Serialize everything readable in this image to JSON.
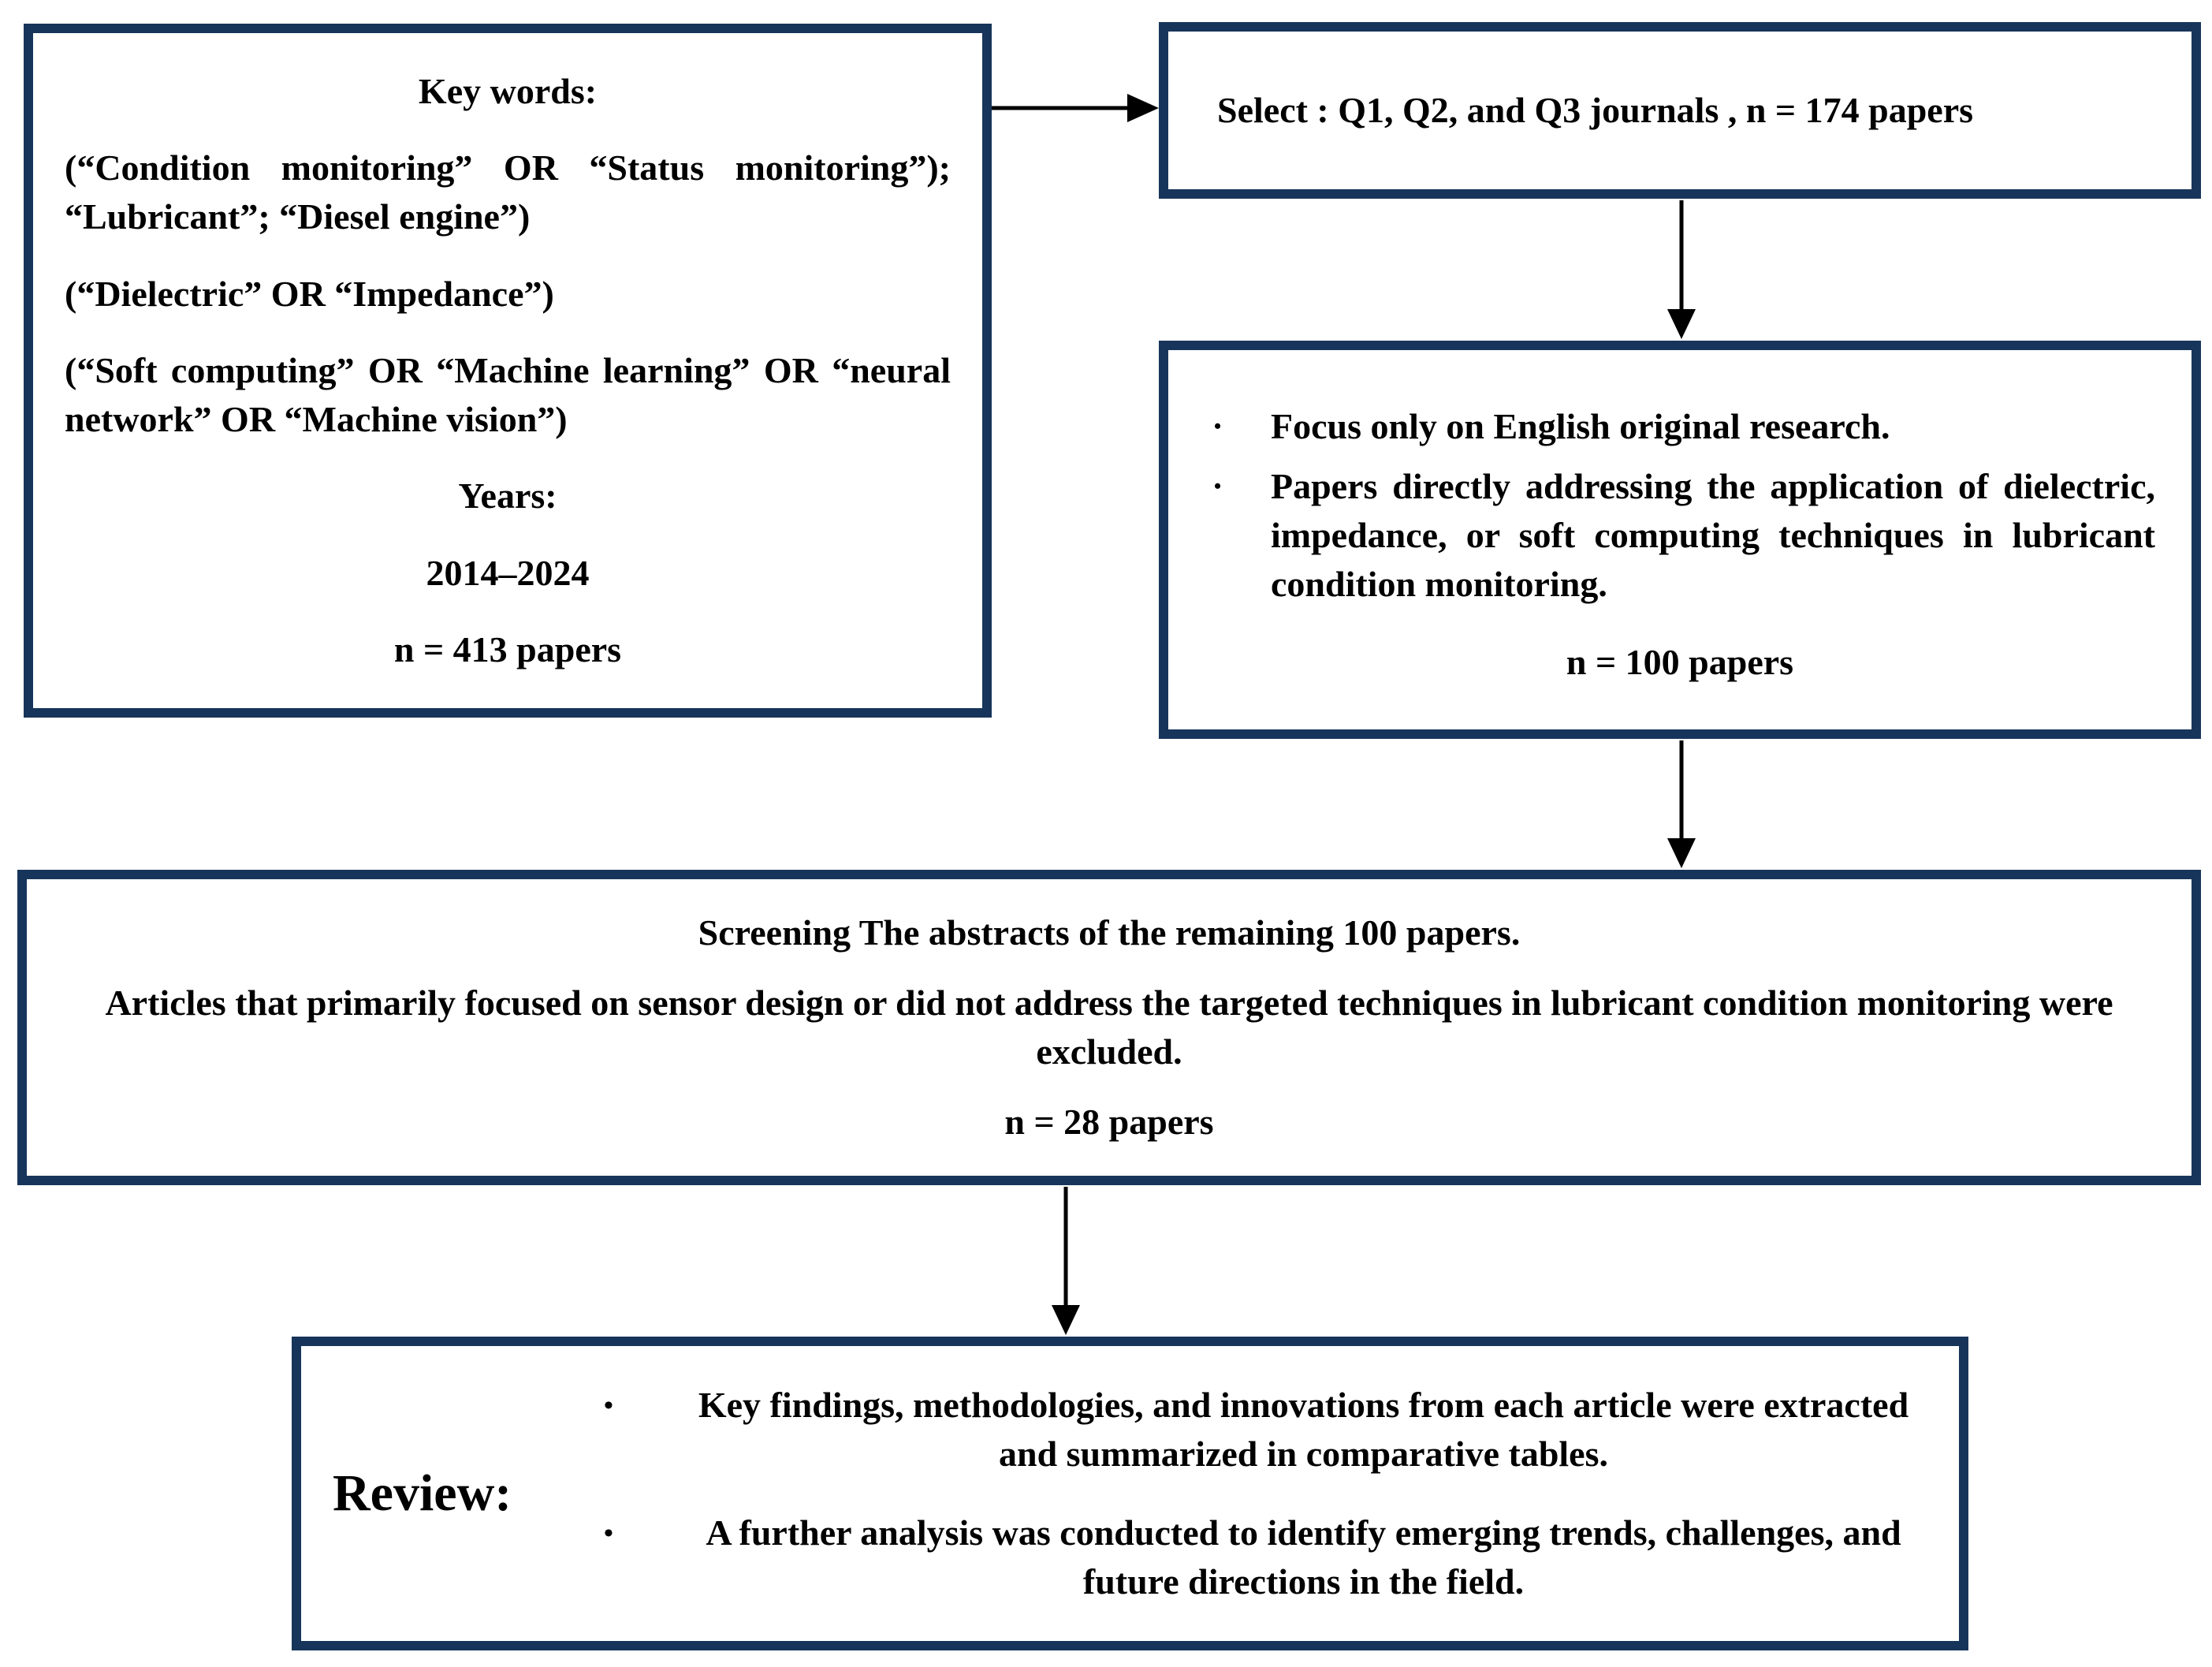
{
  "colors": {
    "box_border": "#17355a",
    "arrow": "#000000",
    "text": "#000000",
    "background": "#ffffff"
  },
  "glyphs": {
    "bullet": "•"
  },
  "keywords": {
    "title": "Key words:",
    "query1": "(“Condition monitoring” OR “Status monitoring”); “Lubricant”; “Diesel engine”)",
    "query2": "(“Dielectric” OR “Impedance”)",
    "query3": "(“Soft computing” OR “Machine learning” OR “neural network” OR “Machine vision”)",
    "years_label": "Years:",
    "years_range": "2014–2024",
    "count": "n = 413 papers"
  },
  "select": {
    "text": "Select : Q1, Q2, and Q3 journals , n = 174 papers"
  },
  "criteria": {
    "bullet1": "Focus only on English original research.",
    "bullet2": "Papers directly addressing the application of dielectric, impedance, or soft computing techniques in lubricant condition monitoring.",
    "count": "n = 100 papers"
  },
  "screening": {
    "line1": "Screening The abstracts of the remaining 100 papers.",
    "line2": "Articles that primarily focused on sensor design or did not address the targeted techniques in lubricant condition monitoring were excluded.",
    "count": "n = 28 papers"
  },
  "review": {
    "label": "Review:",
    "bullet1": "Key findings, methodologies, and innovations from each article were extracted and summarized in comparative tables.",
    "bullet2": "A further analysis was conducted to identify emerging trends, challenges, and future directions in the field."
  }
}
